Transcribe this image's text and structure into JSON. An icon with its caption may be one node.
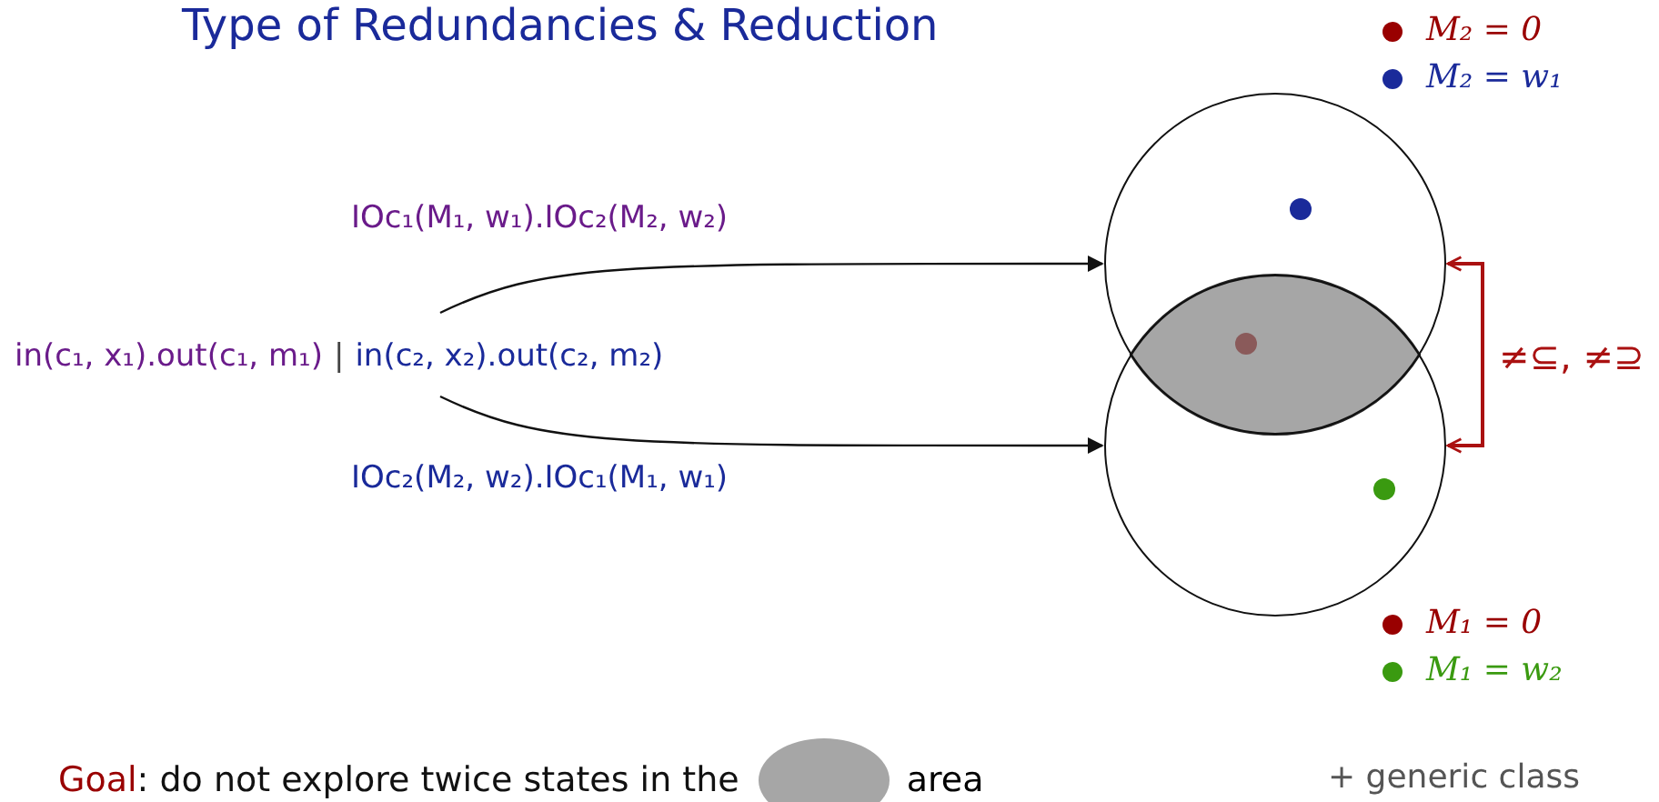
{
  "diagram": {
    "title": "Type of Redundancies & Reduction",
    "nodes": [
      {
        "text": [
          "in(c₁, x₁).out(c₁, m₁)",
          "|",
          "in(c₂, x₂).out(c₂, m₂)"
        ]
      },
      {
        "text": [],
        "shape": "circle"
      },
      {
        "text": [],
        "shape": "circle"
      }
    ],
    "edges": [
      {
        "from": 0,
        "to": 1,
        "arrow": "to",
        "label": "IOc₁(M₁, w₁).IOc₂(M₂, w₂)"
      },
      {
        "from": 0,
        "to": 2,
        "arrow": "to",
        "label": "IOc₂(M₂, w₂).IOc₁(M₁, w₁)"
      },
      {
        "from": 1,
        "to": 2,
        "arrow": "both",
        "label": "≠⊆, ≠⊇",
        "color": "#aa1111"
      }
    ],
    "labels": [
      "Goal",
      ": do not explore twice states in the",
      "area",
      "+ generic class"
    ],
    "legend": [
      {
        "text": "M₂ = 0",
        "color": "#990000"
      },
      {
        "text": "M₂ = w₁",
        "color": "#1a2a9a"
      },
      {
        "text": "M₁ = 0",
        "color": "#990000"
      },
      {
        "text": "M₁ = w₂",
        "color": "#3a9a10"
      }
    ]
  }
}
